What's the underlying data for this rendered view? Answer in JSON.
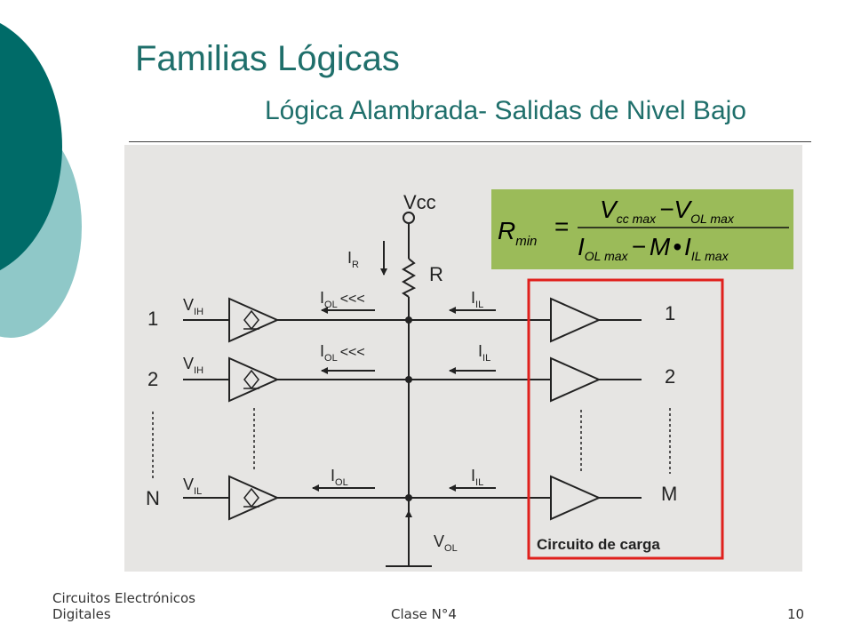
{
  "slide": {
    "title": "Familias Lógicas",
    "subtitle": "Lógica Alambrada- Salidas de Nivel Bajo"
  },
  "diagram": {
    "supply": "Vcc",
    "resistor": "R",
    "current_r": {
      "main": "I",
      "sub": "R"
    },
    "drivers": [
      {
        "number": "1",
        "input": {
          "main": "V",
          "sub": "IH"
        },
        "current": {
          "main": "I",
          "sub": "OL",
          "suffix": "<<<"
        }
      },
      {
        "number": "2",
        "input": {
          "main": "V",
          "sub": "IH"
        },
        "current": {
          "main": "I",
          "sub": "OL",
          "suffix": "<<<"
        }
      },
      {
        "number": "N",
        "input": {
          "main": "V",
          "sub": "IL"
        },
        "current": {
          "main": "I",
          "sub": "OL",
          "suffix": ""
        }
      }
    ],
    "loads": [
      {
        "number": "1",
        "current": {
          "main": "I",
          "sub": "IL"
        }
      },
      {
        "number": "2",
        "current": {
          "main": "I",
          "sub": "IL"
        }
      },
      {
        "number": "M",
        "current": {
          "main": "I",
          "sub": "IL"
        }
      }
    ],
    "output_voltage": {
      "main": "V",
      "sub": "OL"
    },
    "load_box_label": "Circuito de carga",
    "formula": {
      "lhs": {
        "main": "R",
        "sub": "min"
      },
      "equals": "=",
      "numerator": {
        "a": "V",
        "a_sub": "cc max",
        "minus": "−",
        "b": "V",
        "b_sub": "OL max"
      },
      "denominator": {
        "a": "I",
        "a_sub": "OL max",
        "minus": "−",
        "m": "M",
        "dot": "•",
        "b": "I",
        "b_sub": "IL max"
      }
    },
    "colors": {
      "background": "#e6e5e3",
      "formula_box": "#9bbb59",
      "load_box": "#e0201c"
    }
  },
  "footer": {
    "course_line1": "Circuitos Electrónicos",
    "course_line2": "Digitales",
    "class": "Clase N°4",
    "page": "10"
  }
}
